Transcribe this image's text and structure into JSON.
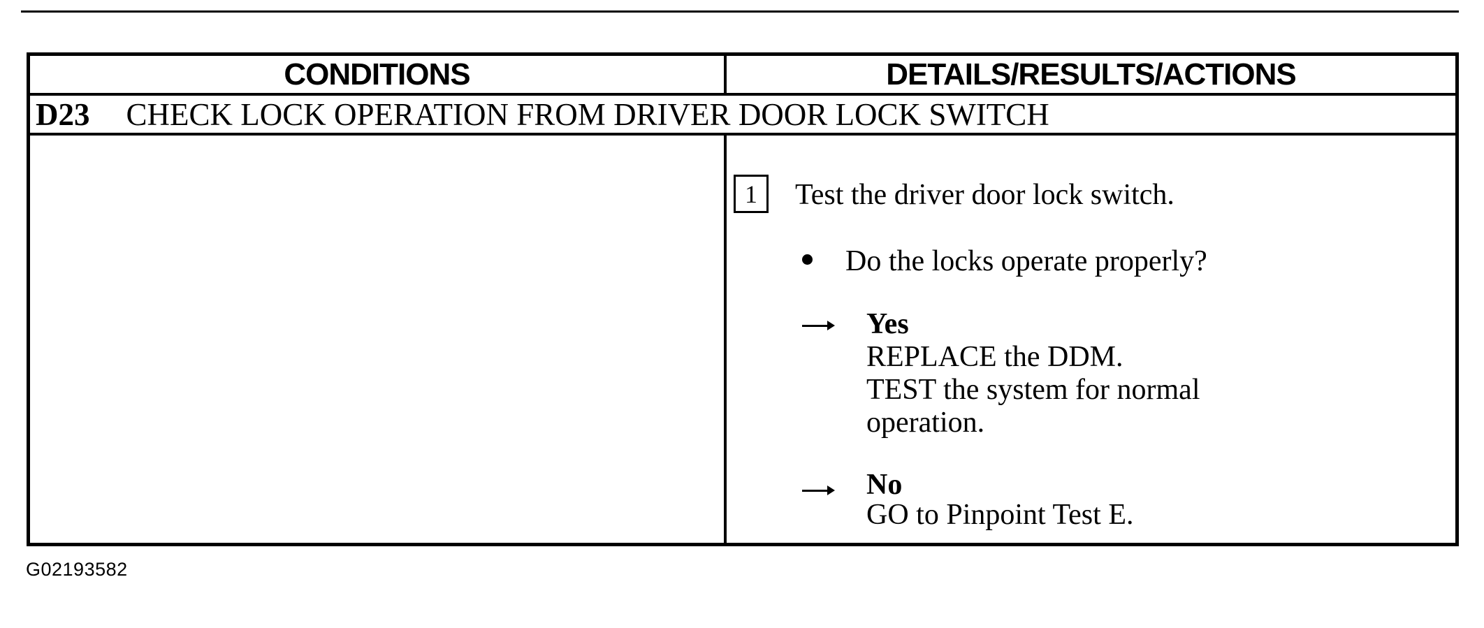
{
  "page": {
    "figure_id": "G02193582"
  },
  "colors": {
    "ink": "#000000",
    "paper": "#ffffff"
  },
  "icons": {
    "arrow_glyph": "→",
    "bullet_glyph": "•"
  },
  "table": {
    "header": {
      "conditions": "CONDITIONS",
      "details": "DETAILS/RESULTS/ACTIONS"
    },
    "test_step": {
      "id": "D23",
      "title": "CHECK LOCK OPERATION FROM DRIVER DOOR LOCK SWITCH"
    },
    "body": {
      "step_number": "1",
      "step_instruction": "Test the driver door lock switch.",
      "question": "Do the locks operate properly?",
      "outcomes": [
        {
          "label": "Yes",
          "lines": [
            "REPLACE the DDM.",
            "TEST the system for normal",
            "operation."
          ]
        },
        {
          "label": "No",
          "lines": [
            "GO to Pinpoint Test E."
          ]
        }
      ]
    }
  }
}
